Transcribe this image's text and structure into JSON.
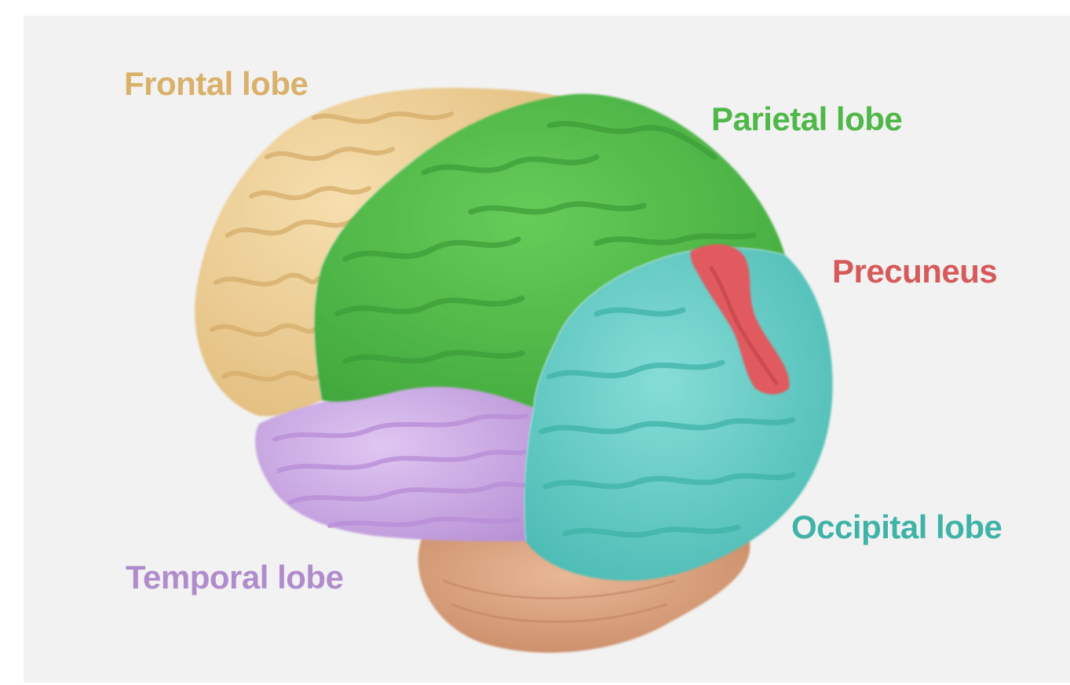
{
  "labels": {
    "frontal": "Frontal lobe",
    "parietal": "Parietal lobe",
    "precuneus": "Precuneus",
    "occipital": "Occipital lobe",
    "temporal": "Temporal lobe"
  },
  "colors": {
    "frontal": "#d9b16a",
    "parietal": "#4fb848",
    "precuneus": "#d65a5a",
    "occipital": "#3fb3a8",
    "temporal": "#b08ccc",
    "frontal_fill": "#f0d29a",
    "parietal_fill": "#55c04a",
    "precuneus_fill": "#e05a5e",
    "occipital_fill": "#6fd2cc",
    "temporal_fill": "#d2b2e8",
    "cerebellum_fill": "#d9a07e",
    "background": "#f2f2f2"
  }
}
